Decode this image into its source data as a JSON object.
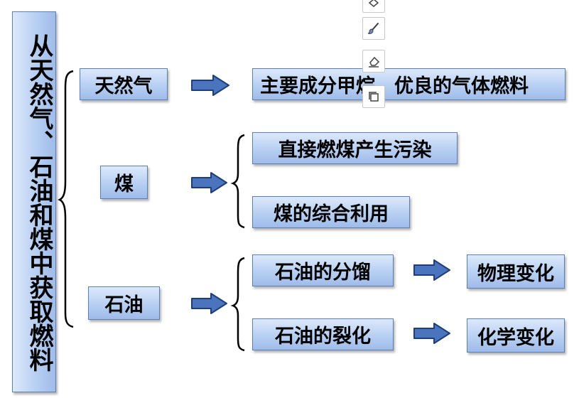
{
  "root": {
    "text": "从天然气、石油和煤中获取燃料"
  },
  "sources": {
    "gas": "天然气",
    "coal": "煤",
    "oil": "石油"
  },
  "gas_desc": "主要成分甲烷，优良的气体燃料",
  "coal_items": [
    "直接燃煤产生污染",
    "煤的综合利用"
  ],
  "oil_items": [
    "石油的分馏",
    "石油的裂化"
  ],
  "oil_results": [
    "物理变化",
    "化学变化"
  ],
  "toolbar": {
    "icons": [
      "shape-icon",
      "brush-icon",
      "eraser-icon",
      "copy-icon"
    ]
  },
  "colors": {
    "box_top": "#dde9fb",
    "box_bottom": "#9fbbe9",
    "box_border": "#5b7fb8",
    "arrow_fill": "#4a74bd",
    "arrow_stroke": "#1f3e78"
  }
}
